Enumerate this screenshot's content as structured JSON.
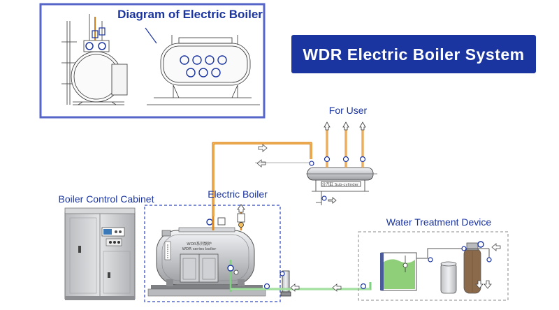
{
  "inset": {
    "title": "Diagram of Electric Boiler"
  },
  "banner": {
    "title": "WDR Electric Boiler System"
  },
  "labels": {
    "for_user": "For User",
    "boiler_control_cabinet": "Boiler Control Cabinet",
    "electric_boiler": "Electric Boiler",
    "water_treatment_device": "Water Treatment Device"
  },
  "boiler_plate": {
    "line1": "WDR系列锅炉",
    "line2": "WDR series boiler"
  },
  "header_plate": "分汽缸 Sub-cylinder",
  "colors": {
    "brand_blue": "#1a34a0",
    "steam_pipe": "#e08a1e",
    "water_pipe": "#7fd17f",
    "tank_water": "#8fcf7a",
    "cabinet_gray": "#c8c9cc"
  }
}
